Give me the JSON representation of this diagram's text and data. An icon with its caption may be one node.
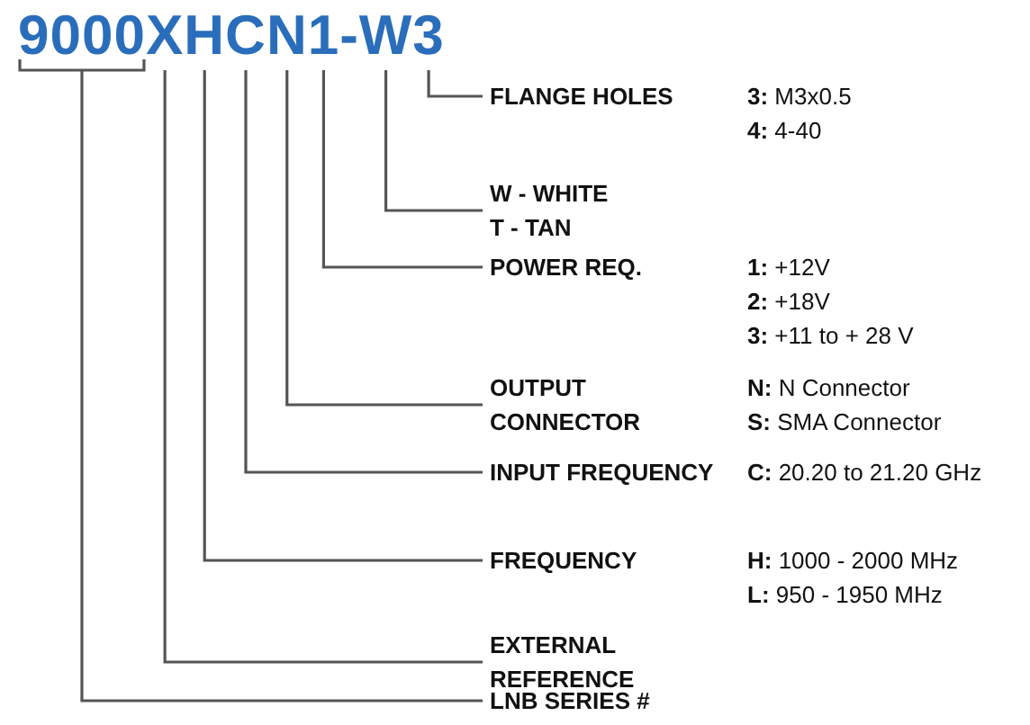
{
  "diagram": {
    "nodes": [
      {
        "text": [
          "9000"
        ]
      },
      {
        "text": [
          "X"
        ]
      },
      {
        "text": [
          "H"
        ]
      },
      {
        "text": [
          "C"
        ]
      },
      {
        "text": [
          "N"
        ]
      },
      {
        "text": [
          "1"
        ]
      },
      {
        "text": [
          "W"
        ]
      },
      {
        "text": [
          "3"
        ]
      },
      {
        "text": [
          "FLANGE HOLES",
          "**3:** M3x0.5",
          "**4:** 4-40"
        ]
      },
      {
        "text": [
          "W - WHITE",
          "T - TAN"
        ]
      },
      {
        "text": [
          "POWER REQ.",
          "**1:** +12V",
          "**2:** +18V",
          "**3:** +11 to + 28 V"
        ]
      },
      {
        "text": [
          "OUTPUT CONNECTOR",
          "**N:** N Connector",
          "**S:** SMA Connector"
        ]
      },
      {
        "text": [
          "INPUT FREQUENCY",
          "**C:** 20.20 to 21.20 GHz"
        ]
      },
      {
        "text": [
          "FREQUENCY",
          "**H:** 1000 - 2000 MHz",
          "**L:** 950 - 1950 MHz"
        ]
      },
      {
        "text": [
          "EXTERNAL REFERENCE"
        ]
      },
      {
        "text": [
          "LNB SERIES #"
        ]
      }
    ],
    "edges": [
      {
        "from": 7,
        "to": 8,
        "arrow": "none"
      },
      {
        "from": 6,
        "to": 9,
        "arrow": "none"
      },
      {
        "from": 5,
        "to": 10,
        "arrow": "none"
      },
      {
        "from": 4,
        "to": 11,
        "arrow": "none"
      },
      {
        "from": 3,
        "to": 12,
        "arrow": "none"
      },
      {
        "from": 2,
        "to": 13,
        "arrow": "none"
      },
      {
        "from": 1,
        "to": 14,
        "arrow": "none"
      },
      {
        "from": 0,
        "to": 15,
        "arrow": "none"
      }
    ],
    "labels": [
      "-"
    ]
  }
}
